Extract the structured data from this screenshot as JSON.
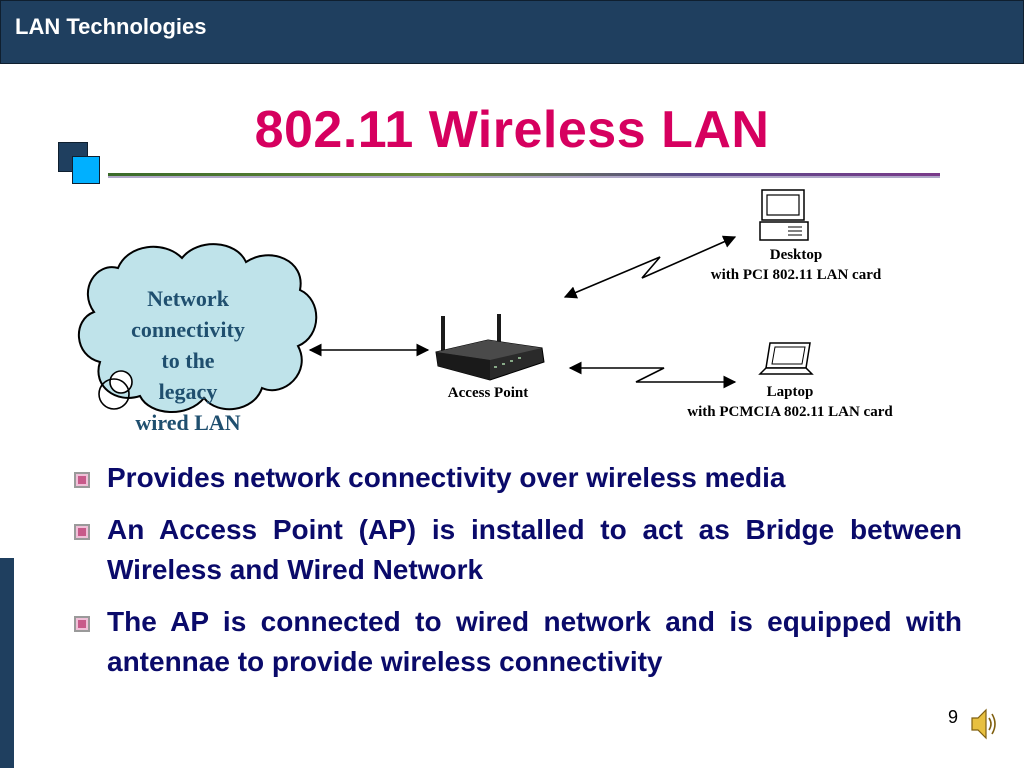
{
  "header": {
    "title": "LAN Technologies"
  },
  "slide": {
    "title": "802.11 Wireless LAN",
    "page_number": "9"
  },
  "diagram": {
    "cloud": {
      "lines": [
        "Network",
        "connectivity",
        "to the",
        "legacy",
        "wired LAN"
      ],
      "fill": "#bfe3ea"
    },
    "access_point": {
      "label": "Access Point"
    },
    "desktop": {
      "lines": [
        "Desktop",
        "with PCI 802.11 LAN card"
      ]
    },
    "laptop": {
      "lines": [
        "Laptop",
        "with PCMCIA 802.11 LAN card"
      ]
    }
  },
  "bullets": [
    "Provides network connectivity over wireless media",
    "An Access Point (AP) is installed to act as Bridge between Wireless and Wired Network",
    "The AP is connected to wired network and is equipped with antennae to provide wireless connectivity"
  ],
  "colors": {
    "header_bg": "#1f3f5f",
    "title": "#d6005f",
    "bullet_text": "#0a0a6a",
    "accent_light_blue": "#00b0ff"
  },
  "icons": {
    "bullet": "square-bullet-icon",
    "desktop": "desktop-computer-icon",
    "laptop": "laptop-icon",
    "access_point": "wireless-router-icon",
    "speaker": "speaker-icon"
  }
}
